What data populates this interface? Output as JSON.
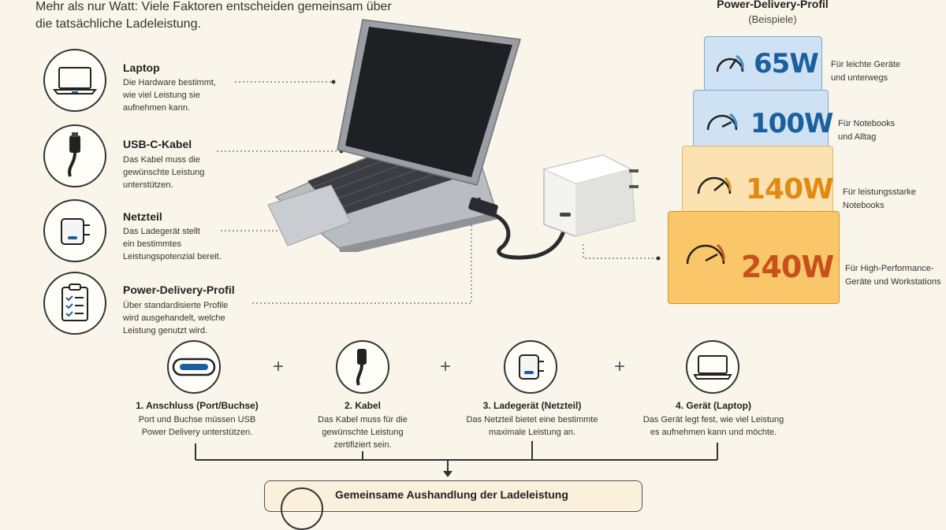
{
  "intro": "Mehr als nur Watt: Viele Faktoren entscheiden gemeinsam über die tatsächliche Ladeleistung.",
  "pd_panel": {
    "title": "Power-Delivery-Profil",
    "subtitle": "(Beispiele)",
    "profiles": [
      {
        "value": "65W",
        "label_1": "Für leichte Geräte",
        "label_2": "und unterwegs",
        "color": "#1b5f9e"
      },
      {
        "value": "100W",
        "label_1": "Für Notebooks",
        "label_2": "und Alltag",
        "color": "#1b5f9e"
      },
      {
        "value": "140W",
        "label_1": "Für leistungsstarke",
        "label_2": "Notebooks",
        "color": "#e08a12"
      },
      {
        "value": "240W",
        "label_1": "Für High-Performance-",
        "label_2": "Geräte und Workstations",
        "color": "#c9501b"
      }
    ]
  },
  "components": [
    {
      "title": "Laptop",
      "desc_1": "Die Hardware bestimmt,",
      "desc_2": "wie viel Leistung sie",
      "desc_3": "aufnehmen kann.",
      "icon": "laptop-icon"
    },
    {
      "title": "USB-C-Kabel",
      "desc_1": "Das Kabel muss die",
      "desc_2": "gewünschte Leistung",
      "desc_3": "unterstützen.",
      "icon": "usb-c-cable-icon"
    },
    {
      "title": "Netzteil",
      "desc_1": "Das Ladegerät stellt",
      "desc_2": "ein bestimmtes",
      "desc_3": "Leistungspotenzial bereit.",
      "icon": "power-adapter-icon"
    },
    {
      "title": "Power-Delivery-Profil",
      "desc_1": "Über standardisierte Profile",
      "desc_2": "wird ausgehandelt, welche",
      "desc_3": "Leistung genutzt wird.",
      "icon": "clipboard-checklist-icon"
    }
  ],
  "steps": [
    {
      "title": "1. Anschluss (Port/Buchse)",
      "desc_1": "Port und Buchse müssen USB",
      "desc_2": "Power Delivery unterstützen.",
      "desc_3": "",
      "icon": "usb-c-port-icon"
    },
    {
      "title": "2. Kabel",
      "desc_1": "Das Kabel muss für die",
      "desc_2": "gewünschte Leistung",
      "desc_3": "zertifiziert sein.",
      "icon": "usb-c-cable-icon"
    },
    {
      "title": "3. Ladegerät (Netzteil)",
      "desc_1": "Das Netzteil bietet eine bestimmte",
      "desc_2": "maximale Leistung an.",
      "desc_3": "",
      "icon": "power-adapter-icon"
    },
    {
      "title": "4. Gerät (Laptop)",
      "desc_1": "Das Gerät legt fest, wie viel Leistung",
      "desc_2": "es aufnehmen kann und möchte.",
      "desc_3": "",
      "icon": "laptop-icon"
    }
  ],
  "plus_sign": "+",
  "bottom": {
    "title": "Gemeinsame Aushandlung der Ladeleistung"
  },
  "colors": {
    "background": "#faf5ea",
    "blue_tile": "#cfe2f3",
    "orange_tile": "#f9c66a",
    "line": "#333333"
  }
}
